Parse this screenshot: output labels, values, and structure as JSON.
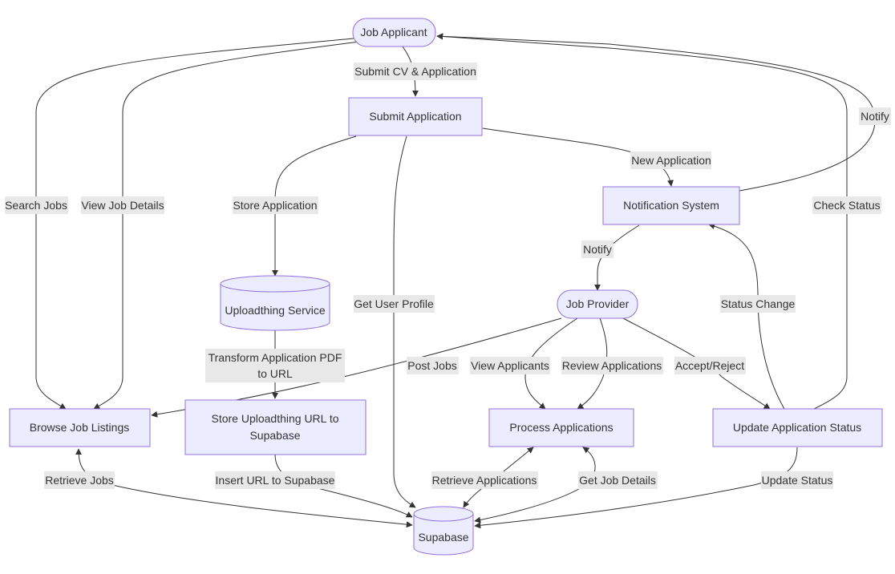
{
  "nodes": {
    "job_applicant": "Job Applicant",
    "submit_application": "Submit Application",
    "notification_system": "Notification System",
    "uploadthing_service": "Uploadthing Service",
    "job_provider": "Job Provider",
    "browse_job_listings": "Browse Job Listings",
    "store_uploadthing_url_line1": "Store Uploadthing URL to",
    "store_uploadthing_url_line2": "Supabase",
    "process_applications": "Process Applications",
    "update_application_status": "Update Application Status",
    "supabase": "Supabase"
  },
  "edges": {
    "submit_cv": "Submit CV & Application",
    "new_application": "New Application",
    "notify_right": "Notify",
    "search_jobs": "Search Jobs",
    "view_job_details": "View Job Details",
    "store_application": "Store Application",
    "check_status": "Check Status",
    "notify_provider": "Notify",
    "get_user_profile": "Get User Profile",
    "status_change": "Status Change",
    "transform_pdf_line1": "Transform Application PDF",
    "transform_pdf_line2": "to URL",
    "post_jobs": "Post Jobs",
    "view_applicants": "View Applicants",
    "review_applications": "Review Applications",
    "accept_reject": "Accept/Reject",
    "retrieve_jobs": "Retrieve Jobs",
    "insert_url": "Insert URL to Supabase",
    "retrieve_applications": "Retrieve Applications",
    "get_job_details": "Get Job Details",
    "update_status": "Update Status"
  },
  "colors": {
    "node_fill": "#ececff",
    "node_stroke": "#9370db",
    "edge": "#333333",
    "label_bg": "#e8e8e8"
  }
}
